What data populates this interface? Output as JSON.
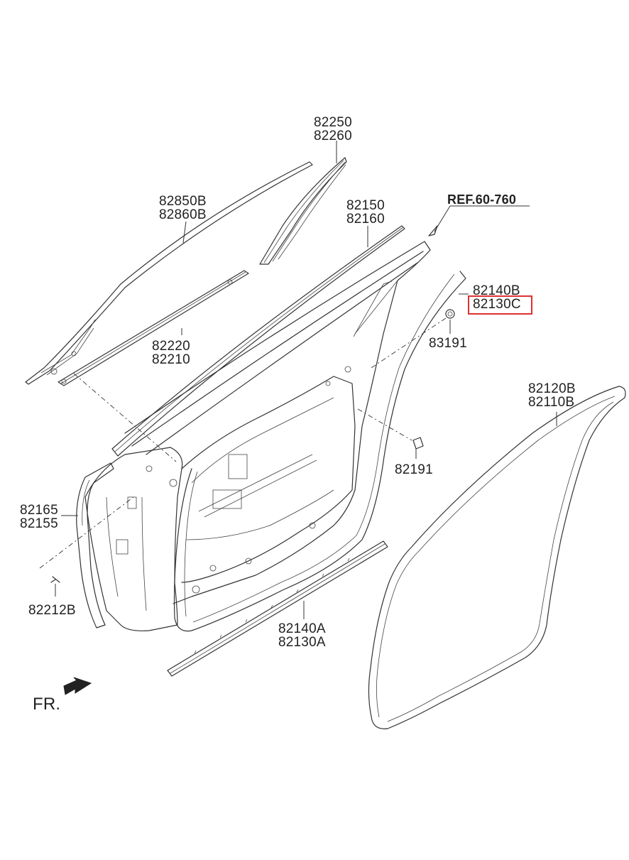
{
  "diagram": {
    "labels": {
      "p82250": "82250",
      "p82260": "82260",
      "p82850B": "82850B",
      "p82860B": "82860B",
      "p82150": "82150",
      "p82160": "82160",
      "ref": "REF.60-760",
      "p82140B": "82140B",
      "p82130C": "82130C",
      "p83191": "83191",
      "p82220": "82220",
      "p82210": "82210",
      "p82120B": "82120B",
      "p82110B": "82110B",
      "p82191": "82191",
      "p82165": "82165",
      "p82155": "82155",
      "p82212B": "82212B",
      "p82140A": "82140A",
      "p82130A": "82130A",
      "fr": "FR."
    },
    "highlight_color": "#e03030"
  }
}
